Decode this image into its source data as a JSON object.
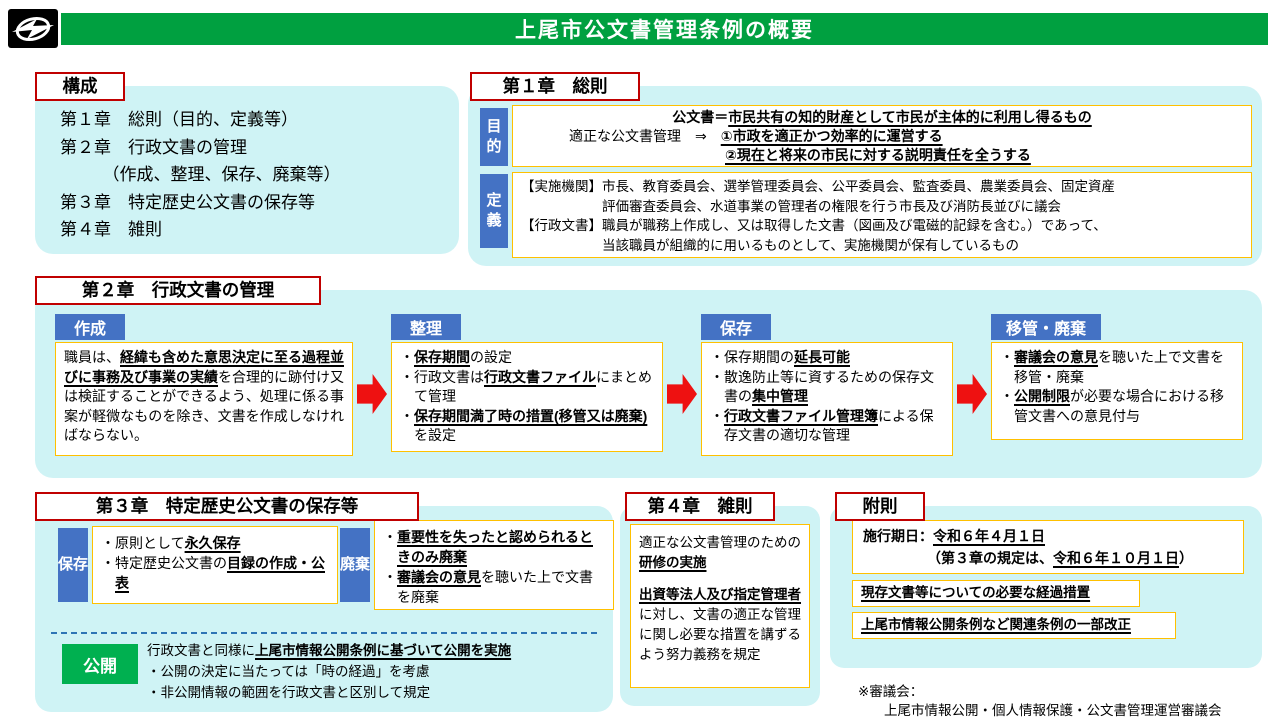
{
  "header": {
    "title": "上尾市公文書管理条例の概要"
  },
  "kousei": {
    "title": "構成",
    "lines": [
      "第１章　総則（目的、定義等）",
      "第２章　行政文書の管理",
      "　　　（作成、整理、保存、廃棄等）",
      "第３章　特定歴史公文書の保存等",
      "第４章　雑則"
    ]
  },
  "ch1": {
    "title": "第１章　総則",
    "purpose": {
      "label": "目的",
      "line1": [
        {
          "t": "公文書＝",
          "s": "b"
        },
        {
          "t": "市民共有の知的財産として市民が主体的に利用し得るもの",
          "s": "bu"
        }
      ],
      "line2": [
        {
          "t": "適正な公文書管理　⇒　"
        },
        {
          "t": "①市政を適正かつ効率的に運営する",
          "s": "bu"
        }
      ],
      "line3": [
        {
          "t": "②現在と将来の市民に対する説明責任を全うする",
          "s": "bu"
        }
      ]
    },
    "definition": {
      "label": "定義",
      "lines": [
        "【実施機関】市長、教育委員会、選挙管理委員会、公平委員会、監査委員、農業委員会、固定資産",
        "評価審査委員会、水道事業の管理者の権限を行う市長及び消防長並びに議会",
        "【行政文書】職員が職務上作成し、又は取得した文書（図画及び電磁的記録を含む。）であって、",
        "当該職員が組織的に用いるものとして、実施機関が保有しているもの"
      ]
    }
  },
  "ch2": {
    "title": "第２章　行政文書の管理",
    "sakusei": {
      "label": "作成",
      "paragraph": [
        {
          "t": "職員は、"
        },
        {
          "t": "経緯も含めた意思決定に至る過程並びに事務及び事業の実績",
          "s": "bu"
        },
        {
          "t": "を合理的に跡付け又は検証することができるよう、処理に係る事案が軽微なものを除き、文書を作成しなければならない。"
        }
      ]
    },
    "seiri": {
      "label": "整理",
      "bullets": [
        [
          {
            "t": "・"
          },
          {
            "t": "保存期間",
            "s": "bu"
          },
          {
            "t": "の設定"
          }
        ],
        [
          {
            "t": "・行政文書は"
          },
          {
            "t": "行政文書ファイル",
            "s": "bu"
          },
          {
            "t": "にまとめて管理"
          }
        ],
        [
          {
            "t": "・"
          },
          {
            "t": "保存期間満了時の措置(移管又は廃棄)",
            "s": "bu"
          },
          {
            "t": "を設定"
          }
        ]
      ]
    },
    "hozon": {
      "label": "保存",
      "bullets": [
        [
          {
            "t": "・保存期間の"
          },
          {
            "t": "延長可能",
            "s": "bu"
          }
        ],
        [
          {
            "t": "・散逸防止等に資するための保存文書の"
          },
          {
            "t": "集中管理",
            "s": "bu"
          }
        ],
        [
          {
            "t": "・"
          },
          {
            "t": "行政文書ファイル管理簿",
            "s": "bu"
          },
          {
            "t": "による保存文書の適切な管理"
          }
        ]
      ]
    },
    "ikan": {
      "label": "移管・廃棄",
      "bullets": [
        [
          {
            "t": "・"
          },
          {
            "t": "審議会の意見",
            "s": "bu"
          },
          {
            "t": "を聴いた上で文書を移管・廃棄"
          }
        ],
        [
          {
            "t": "・"
          },
          {
            "t": "公開制限",
            "s": "bu"
          },
          {
            "t": "が必要な場合における移管文書への意見付与"
          }
        ]
      ]
    }
  },
  "ch3": {
    "title": "第３章　特定歴史公文書の保存等",
    "hozon": {
      "label": "保存",
      "bullets": [
        [
          {
            "t": "・原則として"
          },
          {
            "t": "永久保存",
            "s": "bu"
          }
        ],
        [
          {
            "t": "・特定歴史公文書の"
          },
          {
            "t": "目録の作成・公表",
            "s": "bu"
          }
        ]
      ]
    },
    "haiki": {
      "label": "廃棄",
      "bullets": [
        [
          {
            "t": "・"
          },
          {
            "t": "重要性を失ったと認められるときのみ廃棄",
            "s": "bu"
          }
        ],
        [
          {
            "t": "・"
          },
          {
            "t": "審議会の意見",
            "s": "bu"
          },
          {
            "t": "を聴いた上で文書を廃棄"
          }
        ]
      ]
    },
    "koukai": {
      "label": "公開",
      "line1": [
        {
          "t": "行政文書と同様に"
        },
        {
          "t": "上尾市情報公開条例に基づいて公開を実施",
          "s": "bu"
        }
      ],
      "line2": [
        {
          "t": "・公開の決定に当たっては「時の経過」を考慮"
        }
      ],
      "line3": [
        {
          "t": "・非公開情報の範囲を行政文書と区別して規定"
        }
      ]
    }
  },
  "ch4": {
    "title": "第４章　雑則",
    "para1": [
      {
        "t": "適正な公文書管理のための"
      },
      {
        "t": "研修の実施",
        "s": "bu"
      }
    ],
    "para2": [
      {
        "t": "出資等法人及び指定管理者",
        "s": "bu"
      },
      {
        "t": "に対し、文書の適正な管理に関し必要な措置を講ずるよう努力義務を規定"
      }
    ]
  },
  "husoku": {
    "title": "附則",
    "box1_line1": [
      {
        "t": "施行期日：",
        "s": "b"
      },
      {
        "t": "令和６年４月１日",
        "s": "bu"
      }
    ],
    "box1_line2": [
      {
        "t": "（第３章の規定は、",
        "s": "b"
      },
      {
        "t": "令和６年１０月１日",
        "s": "bu"
      },
      {
        "t": "）",
        "s": "b"
      }
    ],
    "box2": [
      {
        "t": "現存文書等についての必要な経過措置",
        "s": "bu"
      }
    ],
    "box3": [
      {
        "t": "上尾市情報公開条例など関連条例の一部改正",
        "s": "bu"
      }
    ],
    "note_line1": "※審議会：",
    "note_line2": "上尾市情報公開・個人情報保護・公文書管理運営審議会"
  },
  "colors": {
    "header_green": "#00a040",
    "panel_cyan": "#cff3f5",
    "label_blue": "#4472c4",
    "label_green": "#00b050",
    "title_border_red": "#c00000",
    "arrow_red": "#ee1111",
    "box_border_yellow": "#ffc000"
  }
}
